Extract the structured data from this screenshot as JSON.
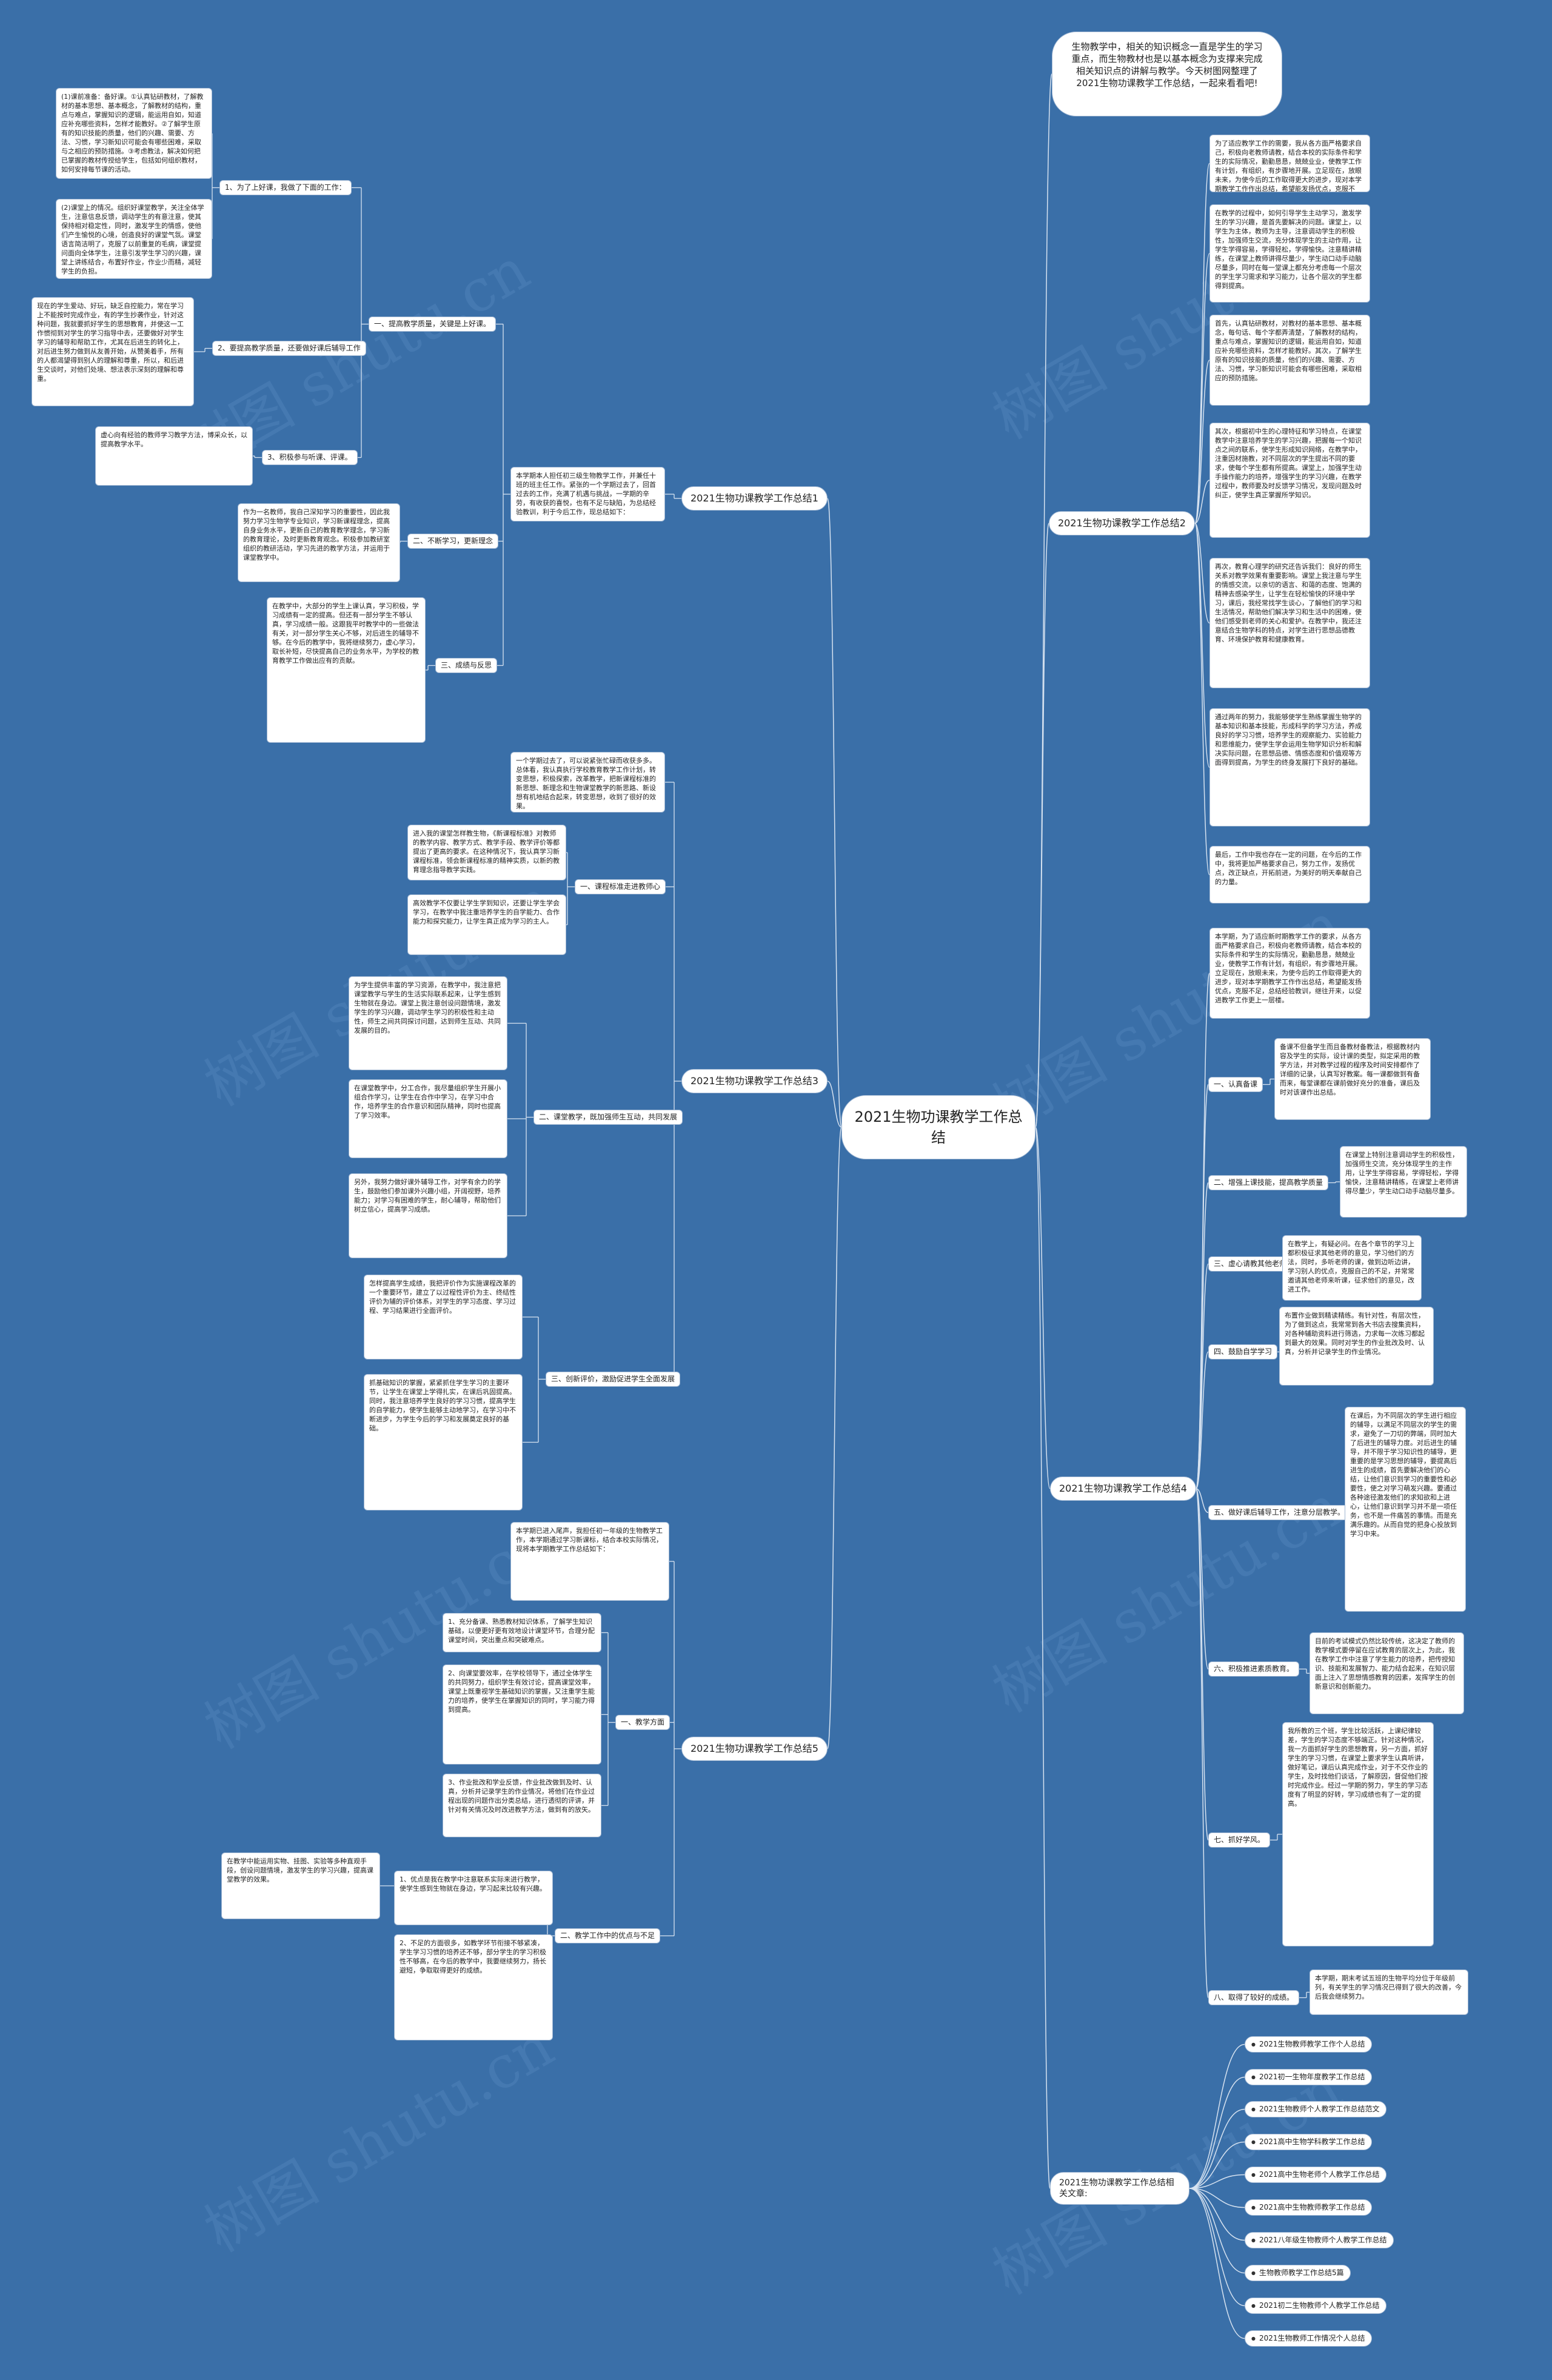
{
  "watermark": "树图 shutu.cn",
  "root": "2021生物功课教学工作总结",
  "intro": "生物教学中，相关的知识概念一直是学生的学习重点，而生物教材也是以基本概念为支撑来完成相关知识点的讲解与教学。今天树图网整理了2021生物功课教学工作总结，一起来看看吧!",
  "s1": {
    "title": "2021生物功课教学工作总结1",
    "lead": "本学期本人担任初三级生物教学工作，并兼任十班的班主任工作。紧张的一个学期过去了，回首过去的工作，充满了机遇与挑战，一学期的辛劳，有收获的喜悦，也有不足与缺陷，为总结经验教训，利于今后工作，现总结如下：",
    "sub1": "一、提高教学质量，关键是上好课。",
    "sub1a": "1、为了上好课，我做了下面的工作：",
    "sub1a_t": "(1)课前准备：备好课。①认真钻研教材，了解教材的基本思想、基本概念，了解教材的结构，重点与难点，掌握知识的逻辑，能运用自如，知道应补充哪些资料，怎样才能教好。②了解学生原有的知识技能的质量，他们的兴趣、需要、方法、习惯，学习新知识可能会有哪些困难，采取与之相应的预防措施。③考虑教法，解决如何把已掌握的教材传授给学生，包括如何组织教材，如何安排每节课的活动。",
    "sub1b_t": "(2)课堂上的情况。组织好课堂教学，关注全体学生，注意信息反馈，调动学生的有意注意，使其保持相对稳定性，同时，激发学生的情感，使他们产生愉悦的心境，创造良好的课堂气氛。课堂语言简洁明了，克服了以前重复的毛病，课堂提问面向全体学生，注意引发学生学习的兴趣，课堂上讲练结合，布置好作业，作业少而精，减轻学生的负担。",
    "sub1c": "2、要提高教学质量，还要做好课后辅导工作",
    "sub1c_t": "现在的学生爱动、好玩，缺乏自控能力，常在学习上不能按时完成作业，有的学生抄袭作业，针对这种问题，我就要抓好学生的思想教育，并使这一工作惯彻到对学生的学习指导中去，还要做好对学生学习的辅导和帮助工作，尤其在后进生的转化上，对后进生努力做到从友善开始，从赞美着手，所有的人都渴望得到别人的理解和尊重，所以，和后进生交谈时，对他们处境、想法表示深刻的理解和尊重。",
    "sub1d": "3、积极参与听课、评课。",
    "sub1d_t": "虚心向有经验的教师学习教学方法，博采众长，以提高教学水平。",
    "sub2": "二、不断学习，更新理念",
    "sub2_t": "作为一名教师，我自己深知学习的重要性，因此我努力学习生物学专业知识，学习新课程理念，提高自身业务水平，更新自己的教育教学理念，学习新的教育理论，及时更新教育观念。积极参加教研室组织的教研活动，学习先进的教学方法，并运用于课堂教学中。",
    "sub3": "三、成绩与反思",
    "sub3_t": "在教学中，大部分的学生上课认真，学习积极，学习成绩有一定的提高。但还有一部分学生不够认真，学习成绩一般。这跟我平时教学中的一些做法有关，对一部分学生关心不够，对后进生的辅导不够。在今后的教学中，我将继续努力，虚心学习，取长补短，尽快提高自己的业务水平，为学校的教育教学工作做出应有的贡献。"
  },
  "s2": {
    "title": "2021生物功课教学工作总结2",
    "p1": "为了适应教学工作的需要，我从各方面严格要求自己，积极向老教师请教，结合本校的实际条件和学生的实际情况，勤勤恳恳，兢兢业业，使教学工作有计划，有组织，有步骤地开展。立足现在，放眼未来，为使今后的工作取得更大的进步，现对本学期教学工作作出总结，希望能发扬优点，克服不足，总结经验教训，继往开来，以促进教学工作更上一层楼。",
    "p2": "在教学的过程中，如何引导学生主动学习，激发学生的学习兴趣，是首先要解决的问题。课堂上，以学生为主体，教师为主导，注意调动学生的积极性，加强师生交流，充分体现学生的主动作用，让学生学得容易，学得轻松，学得愉快。注意精讲精练，在课堂上教师讲得尽量少，学生动口动手动脑尽量多，同时在每一堂课上都充分考虑每一个层次的学生学习需求和学习能力，让各个层次的学生都得到提高。",
    "p3": "首先，认真钻研教材，对教材的基本思想、基本概念，每句话、每个字都弄清楚，了解教材的结构，重点与难点，掌握知识的逻辑，能运用自如，知道应补充哪些资料，怎样才能教好。其次，了解学生原有的知识技能的质量，他们的兴趣、需要、方法、习惯，学习新知识可能会有哪些困难，采取相应的预防措施。",
    "p4": "其次，根据初中生的心理特征和学习特点，在课堂教学中注意培养学生的学习兴趣，把握每一个知识点之间的联系，使学生形成知识网络，在教学中，注重因材施教，对不同层次的学生提出不同的要求，使每个学生都有所提高。课堂上，加强学生动手操作能力的培养，增强学生的学习兴趣，在教学过程中，教师要及时反馈学习情况，发现问题及时纠正，使学生真正掌握所学知识。",
    "p5": "再次，教育心理学的研究还告诉我们：良好的师生关系对教学效果有重要影响。课堂上我注意与学生的情感交流，以亲切的语言、和蔼的态度、饱满的精神去感染学生，让学生在轻松愉快的环境中学习，课后，我经常找学生谈心，了解他们的学习和生活情况，帮助他们解决学习和生活中的困难，使他们感受到老师的关心和爱护。在教学中，我还注意结合生物学科的特点，对学生进行思想品德教育、环境保护教育和健康教育。",
    "p6": "通过两年的努力，我能够使学生熟练掌握生物学的基本知识和基本技能，形成科学的学习方法，养成良好的学习习惯，培养学生的观察能力、实验能力和思维能力，使学生学会运用生物学知识分析和解决实际问题，在思想品德、情感态度和价值观等方面得到提高，为学生的终身发展打下良好的基础。",
    "p7": "最后，工作中我也存在一定的问题，在今后的工作中，我将更加严格要求自己，努力工作，发扬优点，改正缺点，开拓前进，为美好的明天奉献自己的力量。"
  },
  "s3": {
    "title": "2021生物功课教学工作总结3",
    "lead": "一个学期过去了，可以说紧张忙碌而收获多多。总体看，我认真执行学校教育教学工作计划，转变思想，积极探索，改革教学，把新课程标准的新思想、新理念和生物课堂教学的新思路、新设想有机地结合起来，转变思想，收到了很好的效果。",
    "sub1": "一、课程标准走进教师心",
    "sub1_t1": "进入我的课堂怎样教生物，《新课程标准》对教师的教学内容、教学方式、教学手段、教学评价等都提出了更高的要求。在这种情况下，我认真学习新课程标准，领会新课程标准的精神实质，以新的教育理念指导教学实践。",
    "sub1_t2": "高效教学不仅要让学生学到知识，还要让学生学会学习，在教学中我注重培养学生的自学能力、合作能力和探究能力，让学生真正成为学习的主人。",
    "sub2": "二、课堂教学，既加强师生互动，共同发展",
    "sub2_t1": "为学生提供丰富的学习资源，在教学中，我注意把课堂教学与学生的生活实际联系起来，让学生感到生物就在身边。课堂上我注意创设问题情境，激发学生的学习兴趣，调动学生学习的积极性和主动性，师生之间共同探讨问题，达到师生互动、共同发展的目的。",
    "sub2_t2": "在课堂教学中，分工合作，我尽量组织学生开展小组合作学习，让学生在合作中学习，在学习中合作，培养学生的合作意识和团队精神，同时也提高了学习效率。",
    "sub2_t3": "另外，我努力做好课外辅导工作，对学有余力的学生，鼓励他们参加课外兴趣小组，开阔视野，培养能力；对学习有困难的学生，耐心辅导，帮助他们树立信心，提高学习成绩。",
    "sub3": "三、创新评价，激励促进学生全面发展",
    "sub3_t1": "怎样提高学生成绩，我把评价作为实施课程改革的一个重要环节，建立了以过程性评价为主、终结性评价为辅的评价体系，对学生的学习态度、学习过程、学习结果进行全面评价。",
    "sub3_t2": "抓基础知识的掌握，紧紧抓住学生学习的主要环节，让学生在课堂上学得扎实，在课后巩固提高。同时，我注意培养学生良好的学习习惯，提高学生的自学能力，使学生能够主动地学习，在学习中不断进步，为学生今后的学习和发展奠定良好的基础。"
  },
  "s4": {
    "title": "2021生物功课教学工作总结4",
    "lead": "本学期，为了适应新时期教学工作的要求，从各方面严格要求自己，积极向老教师请教，结合本校的实际条件和学生的实际情况，勤勤恳恳，兢兢业业，使教学工作有计划，有组织，有步骤地开展。立足现在，放眼未来，为使今后的工作取得更大的进步，现对本学期教学工作作出总结，希望能发扬优点，克服不足，总结经验教训，继往开来，以促进教学工作更上一层楼。",
    "sub1": "一、认真备课",
    "sub1_t": "备课不但备学生而且备教材备教法，根据教材内容及学生的实际，设计课的类型，拟定采用的教学方法，并对教学过程的程序及时间安排都作了详细的记录，认真写好教案。每一课都做到有备而来，每堂课都在课前做好充分的准备，课后及时对该课作出总结。",
    "sub2": "二、增强上课技能，提高教学质量",
    "sub2_t": "在课堂上特别注意调动学生的积极性，加强师生交流，充分体现学生的主作用，让学生学得容易，学得轻松，学得愉快，注意精讲精练，在课堂上老师讲得尽量少，学生动口动手动脑尽量多。",
    "sub3": "三、虚心请教其他老师。",
    "sub3_t": "在教学上，有疑必问。在各个章节的学习上都积极征求其他老师的意见，学习他们的方法，同时，多听老师的课，做到边听边讲，学习别人的优点，克服自己的不足，并常常邀请其他老师来听课，征求他们的意见，改进工作。",
    "sub4": "四、鼓励自学学习",
    "sub4_t": "布置作业做到精读精练。有针对性，有层次性，为了做到这点，我常常到各大书店去搜集资料，对各种辅助资料进行筛选，力求每一次练习都起到最大的效果。同时对学生的作业批改及时、认真，分析并记录学生的作业情况。",
    "sub5": "五、做好课后辅导工作，注意分层教学。",
    "sub5_t": "在课后，为不同层次的学生进行相应的辅导，以满足不同层次的学生的需求，避免了一刀切的弊端，同时加大了后进生的辅导力度。对后进生的辅导，并不限于学习知识性的辅导，更重要的是学习思想的辅导，要提高后进生的成绩，首先要解决他们的心结，让他们意识到学习的重要性和必要性，使之对学习萌发兴趣。要通过各种途径激发他们的求知欲和上进心，让他们意识到学习并不是一项任务，也不是一件痛苦的事情。而是充满乐趣的。从而自觉的把身心投放到学习中来。",
    "sub6": "六、积极推进素质教育。",
    "sub6_t": "目前的考试模式仍然比较传统，这决定了教师的教学模式要停留在应试教育的层次上，为此，我在教学工作中注意了学生能力的培养，把传授知识、技能和发展智力、能力结合起来，在知识层面上注入了思想情感教育的因素，发挥学生的创新意识和创新能力。",
    "sub7": "七、抓好学风。",
    "sub7_t": "我所教的三个班，学生比较活跃，上课纪律较差，学生的学习态度不够端正。针对这种情况，我一方面抓好学生的思想教育，另一方面，抓好学生的学习习惯，在课堂上要求学生认真听讲，做好笔记，课后认真完成作业，对于不交作业的学生，及时找他们谈话，了解原因，督促他们按时完成作业。经过一学期的努力，学生的学习态度有了明显的好转，学习成绩也有了一定的提高。",
    "sub8": "八、取得了较好的成绩。",
    "sub8_t": "本学期，期末考试五班的生物平均分位于年级前列，有关学生的学习情况已得到了很大的改善，今后我会继续努力。"
  },
  "s5": {
    "title": "2021生物功课教学工作总结5",
    "lead": "本学期已进入尾声，我担任初一年级的生物教学工作，本学期通过学习新课标，结合本校实际情况，现将本学期教学工作总结如下：",
    "sub1": "一、教学方面",
    "sub1_t1": "1、充分备课、熟悉教材知识体系，了解学生知识基础，以便更好更有效地设计课堂环节，合理分配课堂时间，突出重点和突破难点。",
    "sub1_t2": "2、向课堂要效率，在学校领导下，通过全体学生的共同努力，组织学生有效讨论，提高课堂效率，课堂上既重视学生基础知识的掌握，又注重学生能力的培养，使学生在掌握知识的同时，学习能力得到提高。",
    "sub1_t3": "3、作业批改和学业反馈，作业批改做到及时、认真，分析并记录学生的作业情况，将他们在作业过程出现的问题作出分类总结，进行透彻的评讲，并针对有关情况及时改进教学方法，做到有的放矢。",
    "sub2": "二、教学工作中的优点与不足",
    "sub2_t0": "在教学中能运用实物、挂图、实验等多种直观手段，创设问题情境，激发学生的学习兴趣，提高课堂教学的效果。",
    "sub2_t1": "1、优点是我在教学中注意联系实际来进行教学，使学生感到生物就在身边，学习起来比较有兴趣。",
    "sub2_t2": "2、不足的方面很多，如教学环节衔接不够紧凑，学生学习习惯的培养还不够，部分学生的学习积极性不够高，在今后的教学中，我要继续努力，扬长避短，争取取得更好的成绩。"
  },
  "related": {
    "title": "2021生物功课教学工作总结相关文章:",
    "items": [
      "2021生物教师教学工作个人总结",
      "2021初一生物年度教学工作总结",
      "2021生物教师个人教学工作总结范文",
      "2021高中生物学科教学工作总结",
      "2021高中生物老师个人教学工作总结",
      "2021高中生物教师教学工作总结",
      "2021八年级生物教师个人教学工作总结",
      "生物教师教学工作总结5篇",
      "2021初二生物教师个人教学工作总结",
      "2021生物教师工作情况个人总结"
    ]
  }
}
